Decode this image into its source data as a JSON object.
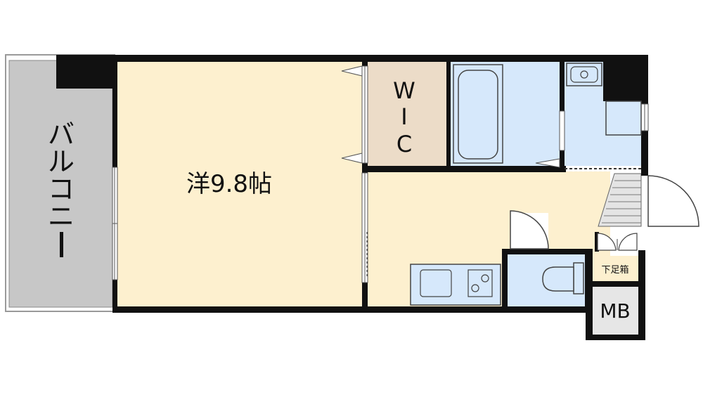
{
  "floor_plan": {
    "colors": {
      "wall": "#111111",
      "balcony": "#c7c7c7",
      "living": "#fdf0cf",
      "wic": "#ecdcc8",
      "wet_area": "#d6e8fb",
      "genkan_steps": "#e4e4e4"
    },
    "rooms": {
      "balcony": {
        "label_chars": [
          "バ",
          "ル",
          "コ",
          "ニ",
          "ー"
        ]
      },
      "western_room": {
        "label": "洋9.8帖"
      },
      "wic": {
        "label_lines": [
          "W",
          "I",
          "C"
        ]
      },
      "shoe_box": {
        "label": "下足箱"
      },
      "meter_box": {
        "label": "MB"
      }
    }
  }
}
